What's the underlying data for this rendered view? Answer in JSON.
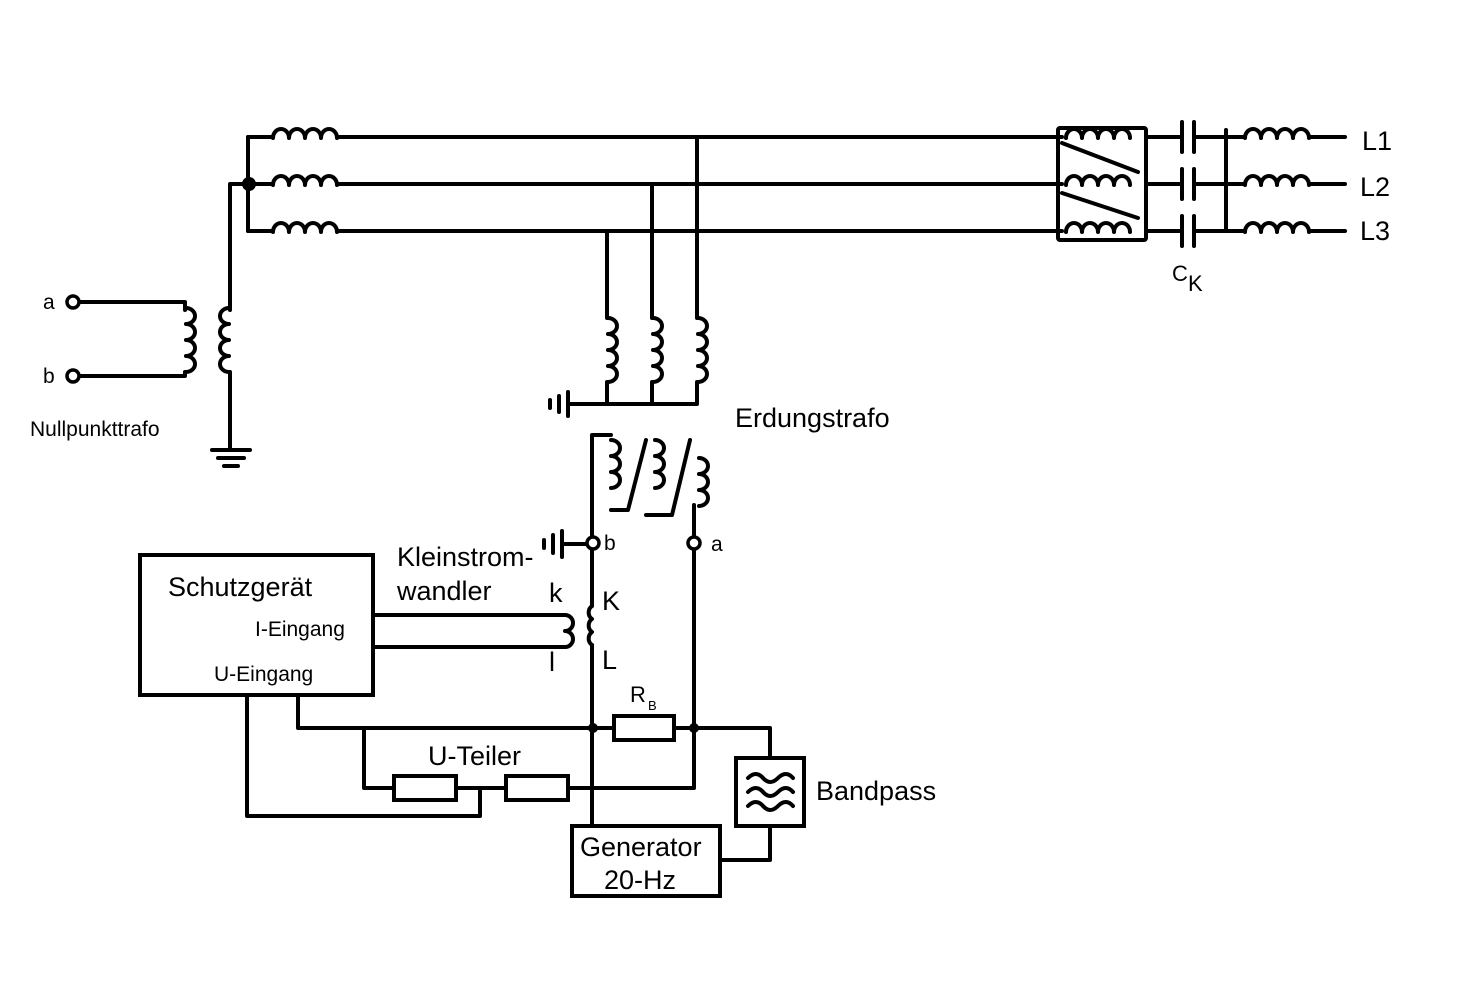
{
  "labels": {
    "line1": "L1",
    "line2": "L2",
    "line3": "L3",
    "coupling_cap_main": "C",
    "coupling_cap_sub": "K",
    "terminal_a_left": "a",
    "terminal_b_left": "b",
    "neutral_transformer": "Nullpunkttrafo",
    "earthing_transformer": "Erdungstrafo",
    "terminal_b_right": "b",
    "terminal_a_right": "a",
    "ct_line1": "Kleinstrom-",
    "ct_line2": "wandler",
    "ct_k_small": "k",
    "ct_K_big": "K",
    "ct_l_small": "l",
    "ct_L_big": "L",
    "protection_device": "Schutzgerät",
    "current_input": "I-Eingang",
    "voltage_input": "U-Eingang",
    "resistor_main": "R",
    "resistor_sub": "B",
    "voltage_divider": "U-Teiler",
    "bandpass": "Bandpass",
    "generator_line1": "Generator",
    "generator_line2": "20-Hz"
  },
  "icons": {
    "inductor": "coil-icon",
    "capacitor": "capacitor-icon",
    "ground": "ground-icon",
    "resistor": "resistor-icon",
    "bandpass": "wave-filter-icon",
    "terminal": "terminal-circle-icon"
  }
}
